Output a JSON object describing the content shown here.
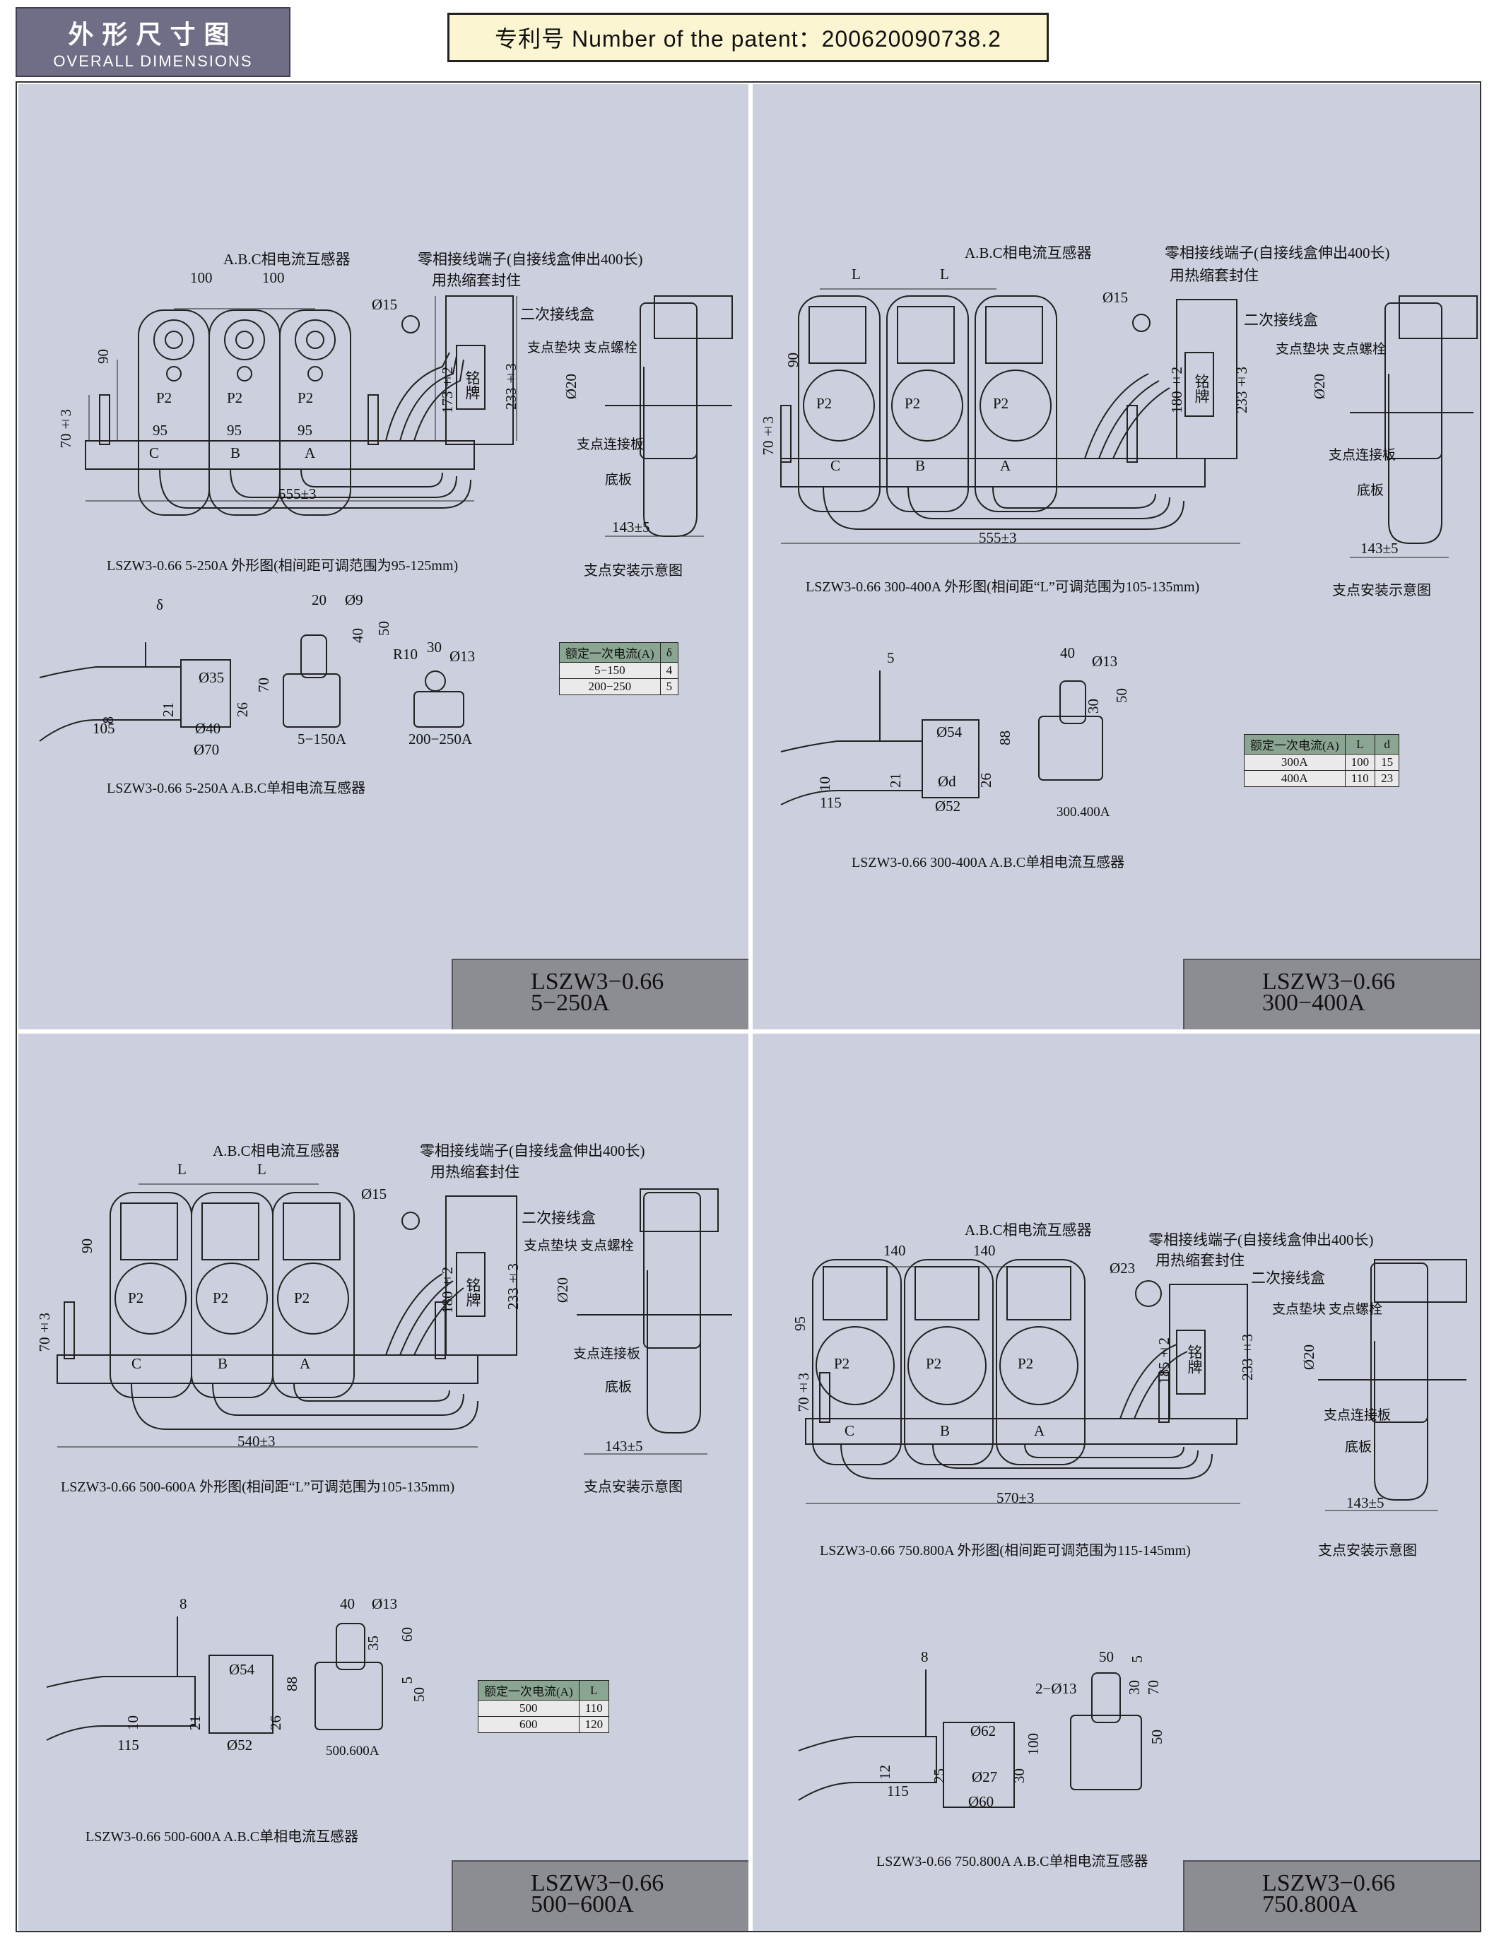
{
  "header": {
    "title_zh": "外形尺寸图",
    "title_en": "OVERALL DIMENSIONS",
    "patent": "专利号 Number of the patent：200620090738.2"
  },
  "common": {
    "abc_ct": "A.B.C相电流互感器",
    "zero_terminal": "零相接线端子(自接线盒伸出400长)",
    "heat_shrink": "用热缩套封住",
    "secondary_box": "二次接线盒",
    "support_block": "支点垫块",
    "support_bolt": "支点螺栓",
    "support_plate": "支点连接板",
    "base_plate": "底板",
    "nameplate": "铭牌",
    "support_caption": "支点安装示意图",
    "phase_c": "C",
    "phase_b": "B",
    "phase_a": "A",
    "p2": "P2"
  },
  "panels": [
    {
      "model_line1": "LSZW3−0.66",
      "model_line2": "5−250A",
      "top_caption": "LSZW3-0.66 5-250A 外形图(相间距可调范围为95-125mm)",
      "single_caption": "LSZW3-0.66   5-250A   A.B.C单相电流互感器",
      "dims": {
        "spacing_top": "100",
        "spacing_bottom": "95",
        "height": "90",
        "h70": "70±3",
        "width": "555±3",
        "h173": "173±2",
        "h233": "233±3",
        "phi15": "Ø15",
        "phi20": "Ø20",
        "base": "143±5"
      },
      "small_dims": {
        "d1": "δ",
        "d2": "20",
        "d3": "Ø9",
        "d4": "40",
        "d5": "50",
        "d6": "R10",
        "d7": "30",
        "d8": "Ø13",
        "d9": "Ø35",
        "d10": "70",
        "d11": "8",
        "d12": "105",
        "d13": "Ø40",
        "d14": "Ø70",
        "d15": "21",
        "d16": "26"
      },
      "variant_a": "5−150A",
      "variant_b": "200−250A",
      "table": {
        "headers": [
          "额定一次电流(A)",
          "δ"
        ],
        "rows": [
          [
            "5−150",
            "4"
          ],
          [
            "200−250",
            "5"
          ]
        ]
      }
    },
    {
      "model_line1": "LSZW3−0.66",
      "model_line2": "300−400A",
      "top_caption": "LSZW3-0.66  300-400A  外形图(相间距“L”可调范围为105-135mm)",
      "single_caption": "LSZW3-0.66   300-400A   A.B.C单相电流互感器",
      "dims": {
        "spacing_top": "L",
        "height": "90",
        "h70": "70±3",
        "width": "555±3",
        "h180": "180±2",
        "h233": "233±3",
        "phi15": "Ø15",
        "phi20": "Ø20",
        "base": "143±5"
      },
      "small_dims": {
        "d1": "5",
        "d2": "40",
        "d3": "Ø13",
        "d4": "30",
        "d5": "50",
        "d6": "Ø54",
        "d7": "88",
        "d8": "10",
        "d9": "21",
        "d10": "115",
        "d11": "Ød",
        "d12": "Ø52",
        "d13": "26"
      },
      "variant_a": "300.400A",
      "table": {
        "headers": [
          "额定一次电流(A)",
          "L",
          "d"
        ],
        "rows": [
          [
            "300A",
            "100",
            "15"
          ],
          [
            "400A",
            "110",
            "23"
          ]
        ]
      }
    },
    {
      "model_line1": "LSZW3−0.66",
      "model_line2": "500−600A",
      "top_caption": "LSZW3-0.66 500-600A 外形图(相间距“L”可调范围为105-135mm)",
      "single_caption": "LSZW3-0.66   500-600A   A.B.C单相电流互感器",
      "dims": {
        "spacing_top": "L",
        "height": "90",
        "h70": "70±3",
        "width": "540±3",
        "h180": "180±2",
        "h233": "233±3",
        "phi15": "Ø15",
        "phi20": "Ø20",
        "base": "143±5"
      },
      "small_dims": {
        "d1": "8",
        "d2": "40",
        "d3": "Ø13",
        "d4": "35",
        "d5": "60",
        "d6": "Ø54",
        "d7": "88",
        "d8": "10",
        "d9": "21",
        "d10": "115",
        "d11": "Ø52",
        "d12": "5",
        "d13": "50",
        "d14": "26"
      },
      "variant_a": "500.600A",
      "table": {
        "headers": [
          "额定一次电流(A)",
          "L"
        ],
        "rows": [
          [
            "500",
            "110"
          ],
          [
            "600",
            "120"
          ]
        ]
      }
    },
    {
      "model_line1": "LSZW3−0.66",
      "model_line2": "750.800A",
      "top_caption": "LSZW3-0.66  750.800A  外形图(相间距可调范围为115-145mm)",
      "single_caption": "LSZW3-0.66  750.800A    A.B.C单相电流互感器",
      "dims": {
        "spacing_top": "140",
        "height": "95",
        "h70": "70±3",
        "width": "570±3",
        "h185": "185±2",
        "h233": "233±3",
        "phi23": "Ø23",
        "phi20": "Ø20",
        "base": "143±5"
      },
      "small_dims": {
        "d1": "8",
        "d2": "50",
        "d3": "5",
        "d4": "2−Ø13",
        "d5": "30",
        "d6": "70",
        "d7": "50",
        "d8": "Ø62",
        "d9": "100",
        "d10": "12",
        "d11": "115",
        "d12": "25",
        "d13": "Ø27",
        "d14": "30",
        "d15": "Ø60"
      }
    }
  ]
}
